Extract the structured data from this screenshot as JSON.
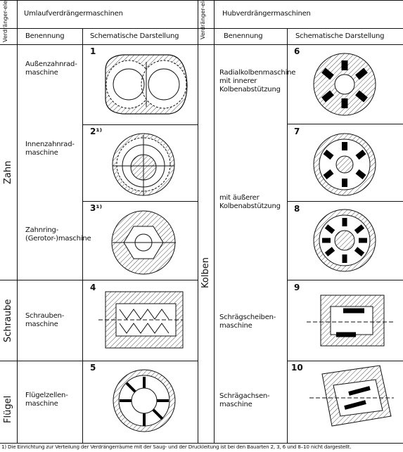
{
  "left": {
    "element_header": "Verdränger-element",
    "group_header": "Umlaufverdrängermaschinen",
    "col_name_header": "Benennung",
    "col_schema_header": "Schematische Darstellung",
    "groups": [
      {
        "label": "Zahn"
      },
      {
        "label": "Schraube"
      },
      {
        "label": "Flügel"
      }
    ],
    "rows": [
      {
        "num": "1",
        "name": "Außenzahnrad-maschine"
      },
      {
        "num": "2¹⁾",
        "name": "Innenzahnrad-maschine"
      },
      {
        "num": "3¹⁾",
        "name": "Zahnring-(Gerotor-)maschine"
      },
      {
        "num": "4",
        "name": "Schrauben-maschine"
      },
      {
        "num": "5",
        "name": "Flügelzellen-maschine"
      }
    ]
  },
  "right": {
    "element_header": "Verdränger-element",
    "group_header": "Hubverdrängermaschinen",
    "col_name_header": "Benennung",
    "col_schema_header": "Schematische Darstellung",
    "group_label": "Kolben",
    "names": {
      "radial_inner": "Radialkolbenmaschine mit innerer Kolbenabstützung",
      "radial_outer": "mit äußerer Kolbenabstützung",
      "swash": "Schrägscheiben-maschine",
      "bent": "Schrägachsen-maschine"
    },
    "nums": [
      "6",
      "7",
      "8",
      "9",
      "10"
    ]
  },
  "footnote": "1) Die Einrichtung zur Verteilung der Verdrängerräume mit der Saug- und der Druckleitung ist bei den Bauarten 2, 3, 6 und 8–10 nicht dargestellt."
}
